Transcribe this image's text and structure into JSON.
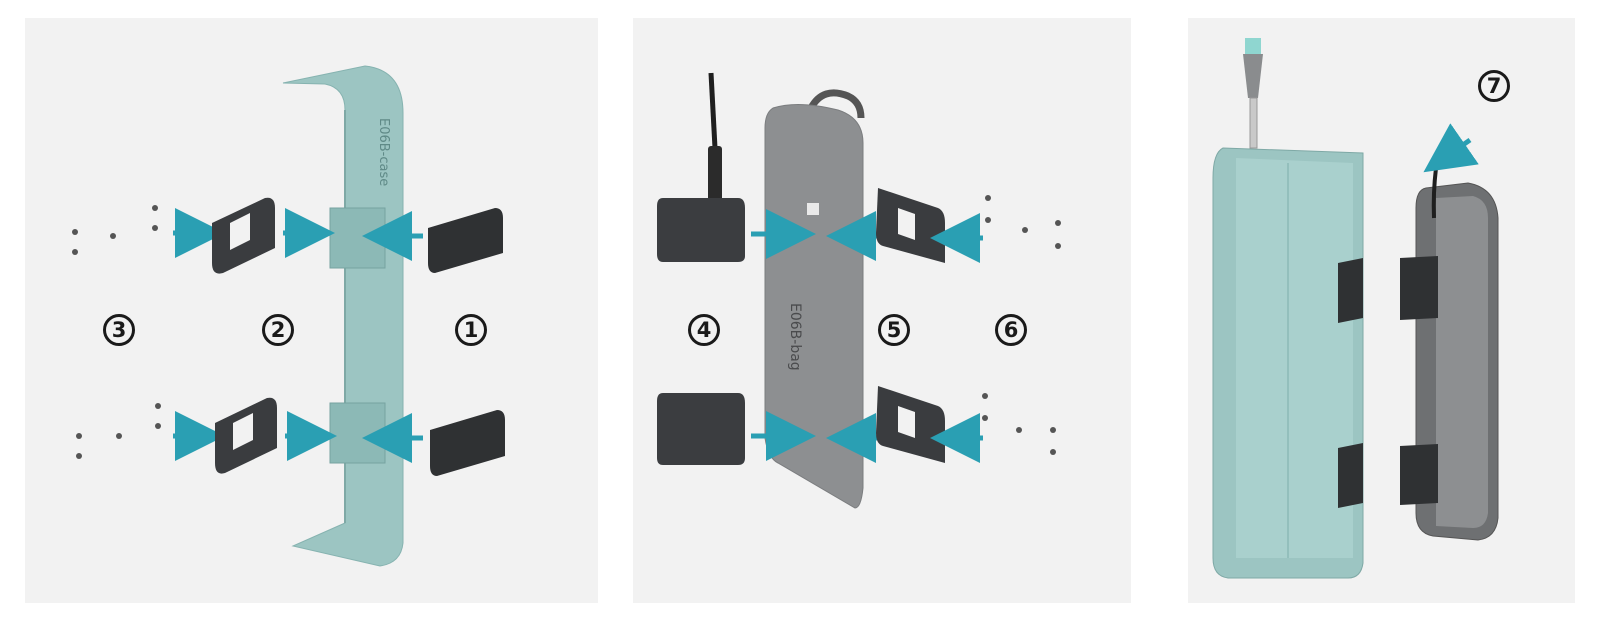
{
  "steps": {
    "s1": "1",
    "s2": "2",
    "s3": "3",
    "s4": "4",
    "s5": "5",
    "s6": "6",
    "s7": "7"
  },
  "labels": {
    "case": "E06B-case",
    "bag": "E06B-bag"
  },
  "colors": {
    "arrow": "#2a9fb3",
    "case": "#9cc5c2",
    "plate": "#3a3c3f",
    "bag": "#8d8f91",
    "background": "#f2f2f2"
  }
}
